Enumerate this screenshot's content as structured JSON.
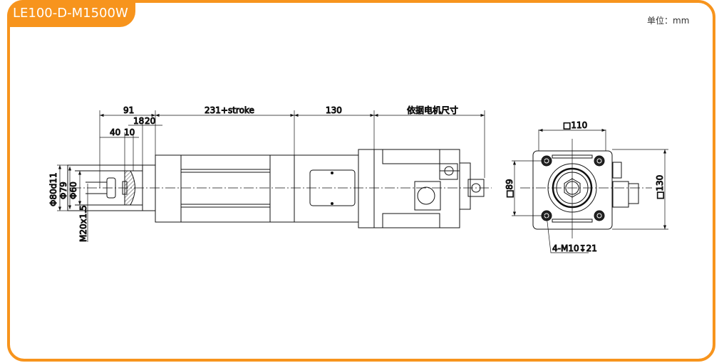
{
  "title": "LE100-D-M1500W",
  "unit_label": "单位：mm",
  "accent_color": "#f7941d",
  "side_view": {
    "dims": {
      "d91": "91",
      "d231": "231+stroke",
      "d130": "130",
      "motor": "依据电机尺寸",
      "d18": "18",
      "d20": "20",
      "d40": "40",
      "d10": "10",
      "phi80": "Φ80d11",
      "phi79": "Φ79",
      "phi60": "Φ60",
      "thread": "M20x1.5"
    }
  },
  "end_view": {
    "dims": {
      "sq110": "□110",
      "sq89": "□89",
      "sq130": "□130",
      "holes": "4-M10↧21"
    }
  }
}
